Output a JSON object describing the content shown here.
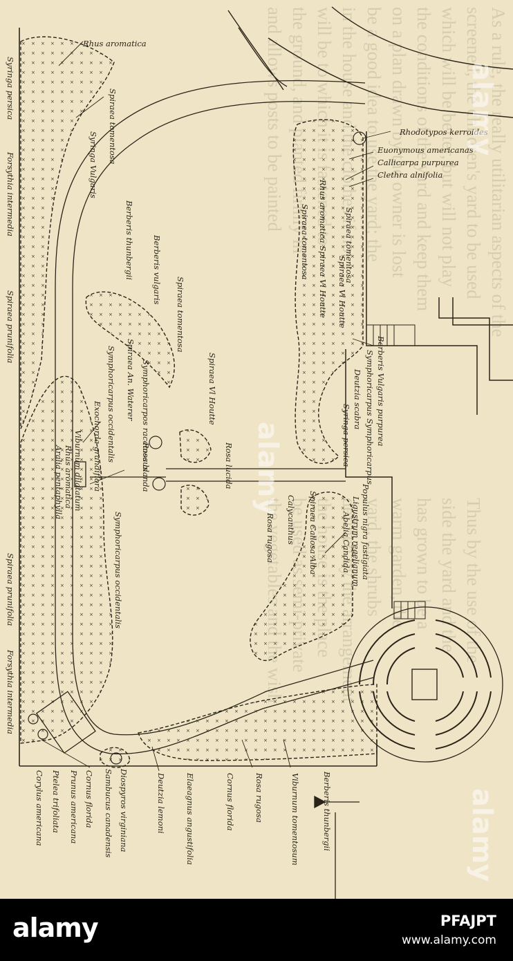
{
  "plan_labels": [
    "Rhus aromatica",
    "Rhodotypos kerroides",
    "Euonymous americanas",
    "Callicarpa purpurea",
    "Clethra alnifolia",
    "Spiraea tomentosa",
    "Syringa Vulgaris",
    "Syringa persica",
    "Forsythia intermedia",
    "Spiraea prunifolia",
    "Berberis thunbergii",
    "Berberis vulgaris",
    "Spiraea tomentosa",
    "Spiraea Vl Houtte",
    "Rhus aromatica  Spiraea Vl Houtte",
    "Spiraea tomentosa",
    "Spiraea tomentosa",
    "Spiraea Vl Houtte",
    "Symphoricarpos racemosus",
    "Rosa blanda",
    "Spiraea An. Waterer",
    "Symphoricarpus occidentalis",
    "Exochorda grandiflora",
    "Viburnum dilatatum",
    "Rhus aromatica",
    "Aralia pentaphylla",
    "Rosa lucida",
    "Berberis Vulgaris purpurea",
    "Symphoricarpus Symphoricarpus",
    "Deutzia scabra",
    "Syringa persica",
    "Populus nigra fastigiata",
    "Ligustrum regelianum",
    "Abelia Candida",
    "Spiraea Callosa Alba",
    "Calycanthus",
    "Rosa rugosa",
    "Symphoricarpus occidentalis",
    "Spiraea prunifolia",
    "Forsythia intermedia",
    "Berberis thunbergii",
    "Viburnum tomentosum",
    "Rosa rugosa",
    "Cornus florida",
    "Elaeagnus angustifolia",
    "Deutzia lemoni",
    "Diospyros virginiana",
    "Sambucus canadensis",
    "Cornus florida",
    "Prunus americana",
    "Ptelea trifoliata",
    "Corylus americana"
  ],
  "footer": {
    "logo": "alamy",
    "image_id": "PFAJPT",
    "url": "www.alamy.com"
  },
  "watermarks": [
    "alamy",
    "alamy",
    "alamy"
  ],
  "colors": {
    "paper": "#efe4c6",
    "ink": "#2a2418",
    "footer_bg": "#000000",
    "footer_text": "#ffffff"
  }
}
